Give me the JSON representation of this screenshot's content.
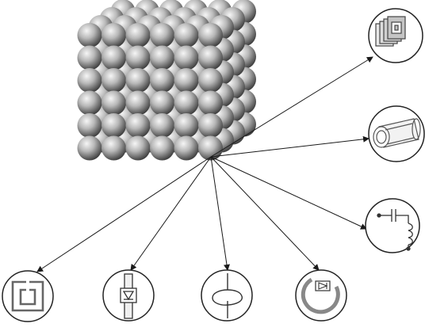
{
  "figure": {
    "center_sphere": "unit-cell-sphere",
    "lattice": {
      "type": "cubic-sphere-lattice",
      "rows": 6,
      "columns": 6,
      "depth_layers": 4
    },
    "elements": [
      {
        "id": "split-ring-stack",
        "icon": "split-ring-resonator-stack-icon"
      },
      {
        "id": "coaxial-cylinder",
        "icon": "coaxial-cylinder-icon"
      },
      {
        "id": "lc-circuit",
        "icon": "capacitor-inductor-circuit-icon"
      },
      {
        "id": "split-ring-resonator",
        "icon": "split-ring-resonator-icon"
      },
      {
        "id": "diode-wire",
        "icon": "diode-loaded-wire-icon"
      },
      {
        "id": "helix-loop",
        "icon": "helix-loop-icon"
      },
      {
        "id": "diode-ring",
        "icon": "diode-loaded-ring-icon"
      }
    ]
  },
  "colors": {
    "line": "#1a1a1a",
    "sphere_light": "#f4f4f4",
    "sphere_mid": "#a8a8a8",
    "sphere_dark": "#4a4a4a",
    "circle_stroke": "#222222",
    "icon_gray": "#8a8a8a"
  }
}
